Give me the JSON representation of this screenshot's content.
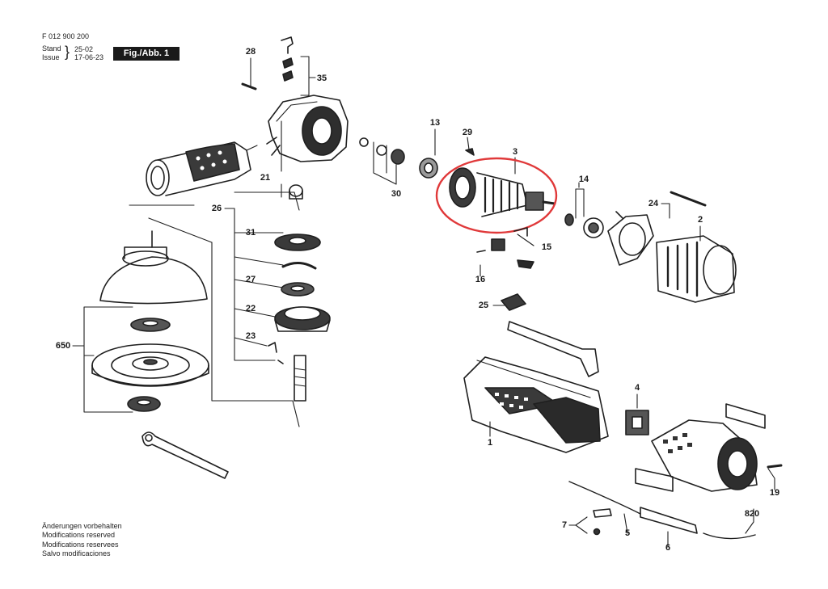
{
  "header": {
    "part_no": "F 012 900 200",
    "stand_label": "Stand",
    "issue_label": "Issue",
    "stand_value": "25-02",
    "issue_value": "17-06-23",
    "figure": "Fig./Abb. 1"
  },
  "callouts": [
    "28",
    "35",
    "13",
    "29",
    "3",
    "14",
    "24",
    "2",
    "21",
    "30",
    "26",
    "31",
    "15",
    "16",
    "27",
    "22",
    "25",
    "23",
    "650",
    "4",
    "1",
    "19",
    "820",
    "7",
    "5",
    "6"
  ],
  "highlight_color": "#e0393a",
  "notes": [
    "Änderungen vorbehalten",
    "Modifications reserved",
    "Modifications reservees",
    "Salvo modificaciones"
  ]
}
